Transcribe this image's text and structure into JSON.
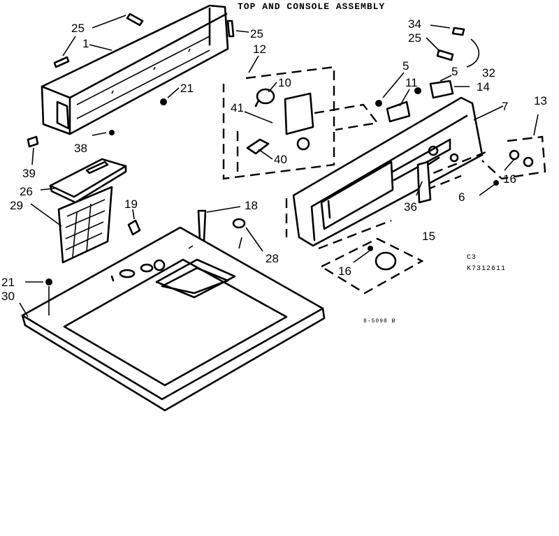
{
  "title": "TOP AND CONSOLE ASSEMBLY",
  "annotations": {
    "code_c3": "C3",
    "model": "K7312611",
    "drawing_no": "8-5098 B"
  },
  "callouts": [
    {
      "id": "c25a",
      "label": "25"
    },
    {
      "id": "c1",
      "label": "1"
    },
    {
      "id": "c25b",
      "label": "25"
    },
    {
      "id": "c12",
      "label": "12"
    },
    {
      "id": "c10",
      "label": "10"
    },
    {
      "id": "c21a",
      "label": "21"
    },
    {
      "id": "c41",
      "label": "41"
    },
    {
      "id": "c40",
      "label": "40"
    },
    {
      "id": "c38",
      "label": "38"
    },
    {
      "id": "c39",
      "label": "39"
    },
    {
      "id": "c26",
      "label": "26"
    },
    {
      "id": "c29",
      "label": "29"
    },
    {
      "id": "c19",
      "label": "19"
    },
    {
      "id": "c18",
      "label": "18"
    },
    {
      "id": "c28",
      "label": "28"
    },
    {
      "id": "c21b",
      "label": "21"
    },
    {
      "id": "c30",
      "label": "30"
    },
    {
      "id": "c34",
      "label": "34"
    },
    {
      "id": "c25c",
      "label": "25"
    },
    {
      "id": "c32",
      "label": "32"
    },
    {
      "id": "c5a",
      "label": "5"
    },
    {
      "id": "c5b",
      "label": "5"
    },
    {
      "id": "c11",
      "label": "11"
    },
    {
      "id": "c14",
      "label": "14"
    },
    {
      "id": "c7",
      "label": "7"
    },
    {
      "id": "c13",
      "label": "13"
    },
    {
      "id": "c16a",
      "label": "16"
    },
    {
      "id": "c6",
      "label": "6"
    },
    {
      "id": "c36",
      "label": "36"
    },
    {
      "id": "c15",
      "label": "15"
    },
    {
      "id": "c16b",
      "label": "16"
    }
  ]
}
